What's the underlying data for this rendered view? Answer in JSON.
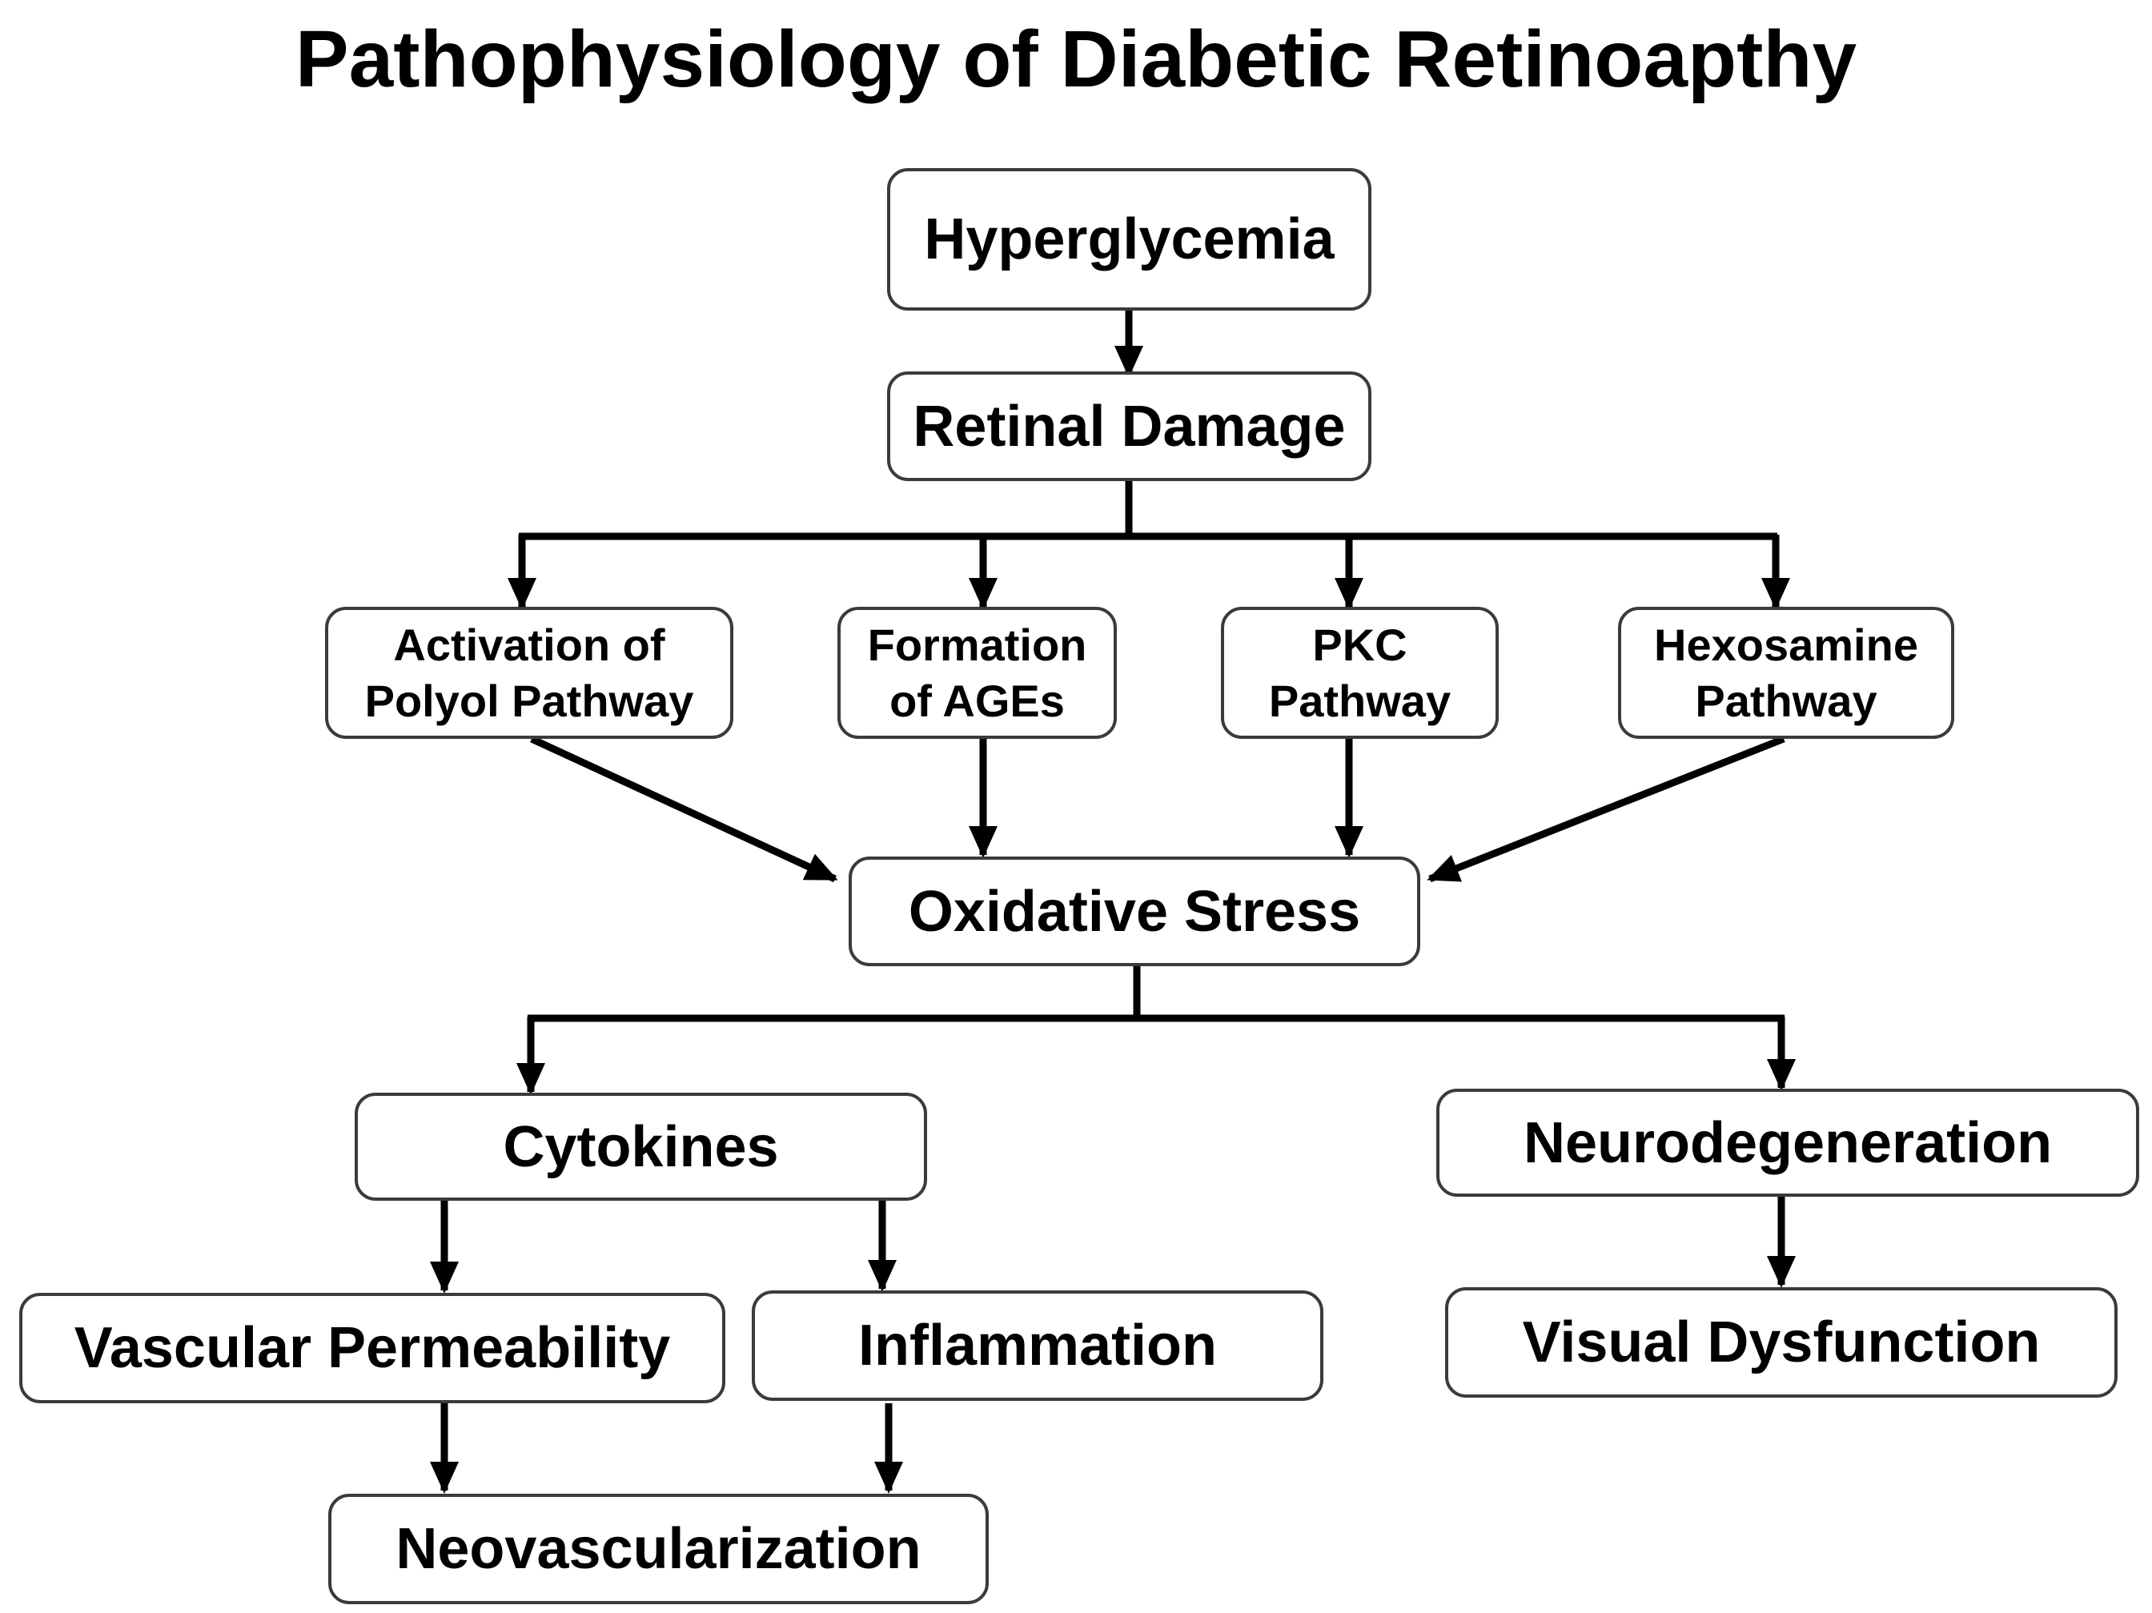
{
  "title": "Pathophysiology of Diabetic Retinoapthy",
  "nodes": {
    "hyperglycemia": "Hyperglycemia",
    "retinal_damage": "Retinal Damage",
    "polyol": "Activation of\nPolyol Pathway",
    "ages": "Formation\nof AGEs",
    "pkc": "PKC\nPathway",
    "hexosamine": "Hexosamine\nPathway",
    "oxidative_stress": "Oxidative Stress",
    "cytokines": "Cytokines",
    "neurodegeneration": "Neurodegeneration",
    "vascular_permeability": "Vascular Permeability",
    "inflammation": "Inflammation",
    "visual_dysfunction": "Visual Dysfunction",
    "neovascularization": "Neovascularization"
  },
  "edges": [
    {
      "from": "hyperglycemia",
      "to": "retinal_damage"
    },
    {
      "from": "retinal_damage",
      "to": "polyol"
    },
    {
      "from": "retinal_damage",
      "to": "ages"
    },
    {
      "from": "retinal_damage",
      "to": "pkc"
    },
    {
      "from": "retinal_damage",
      "to": "hexosamine"
    },
    {
      "from": "polyol",
      "to": "oxidative_stress"
    },
    {
      "from": "ages",
      "to": "oxidative_stress"
    },
    {
      "from": "pkc",
      "to": "oxidative_stress"
    },
    {
      "from": "hexosamine",
      "to": "oxidative_stress"
    },
    {
      "from": "oxidative_stress",
      "to": "cytokines"
    },
    {
      "from": "oxidative_stress",
      "to": "neurodegeneration"
    },
    {
      "from": "cytokines",
      "to": "vascular_permeability"
    },
    {
      "from": "cytokines",
      "to": "inflammation"
    },
    {
      "from": "neurodegeneration",
      "to": "visual_dysfunction"
    },
    {
      "from": "vascular_permeability",
      "to": "neovascularization"
    },
    {
      "from": "inflammation",
      "to": "neovascularization"
    }
  ],
  "colors": {
    "line": "#000000",
    "box_border": "#3b3b3b",
    "box_fill": "#ffffff"
  }
}
